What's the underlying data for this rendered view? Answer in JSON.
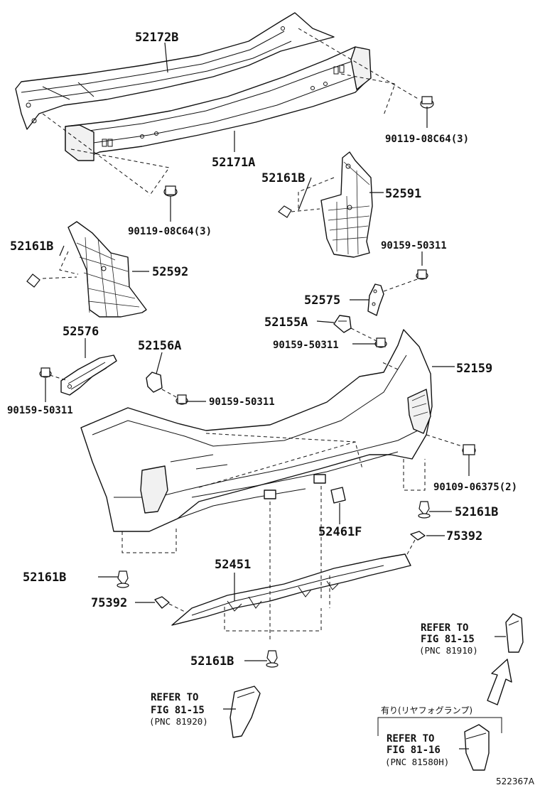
{
  "diagram": {
    "callouts": {
      "p52172B": "52172B",
      "p52171A": "52171A",
      "p9011908C64_upper": "90119-08C64(3)",
      "p9011908C64_lower": "90119-08C64(3)",
      "p52161B_upper": "52161B",
      "p52591": "52591",
      "p52161B_left": "52161B",
      "p52592": "52592",
      "p9015950311_right": "90159-50311",
      "p52575": "52575",
      "p52155A": "52155A",
      "p9015950311_mid": "90159-50311",
      "p52576": "52576",
      "p52156A": "52156A",
      "p52159": "52159",
      "p9015950311_left": "90159-50311",
      "p9015950311_center": "90159-50311",
      "p9010906375": "90109-06375(2)",
      "p52161B_right": "52161B",
      "p52461F": "52461F",
      "p75392_right": "75392",
      "p52161B_lowleft": "52161B",
      "p52451": "52451",
      "p75392_left": "75392",
      "p52161B_bottom": "52161B"
    },
    "references": {
      "right_upper": {
        "line1": "REFER TO",
        "line2": "FIG 81-15",
        "line3": "(PNC 81910)"
      },
      "left_lower": {
        "line1": "REFER TO",
        "line2": "FIG 81-15",
        "line3": "(PNC 81920)"
      },
      "right_lower": {
        "line1": "REFER TO",
        "line2": "FIG 81-16",
        "line3": "(PNC 81580H)"
      }
    },
    "option_note": "有り(リヤフォグランプ)",
    "figure_id": "522367A"
  }
}
